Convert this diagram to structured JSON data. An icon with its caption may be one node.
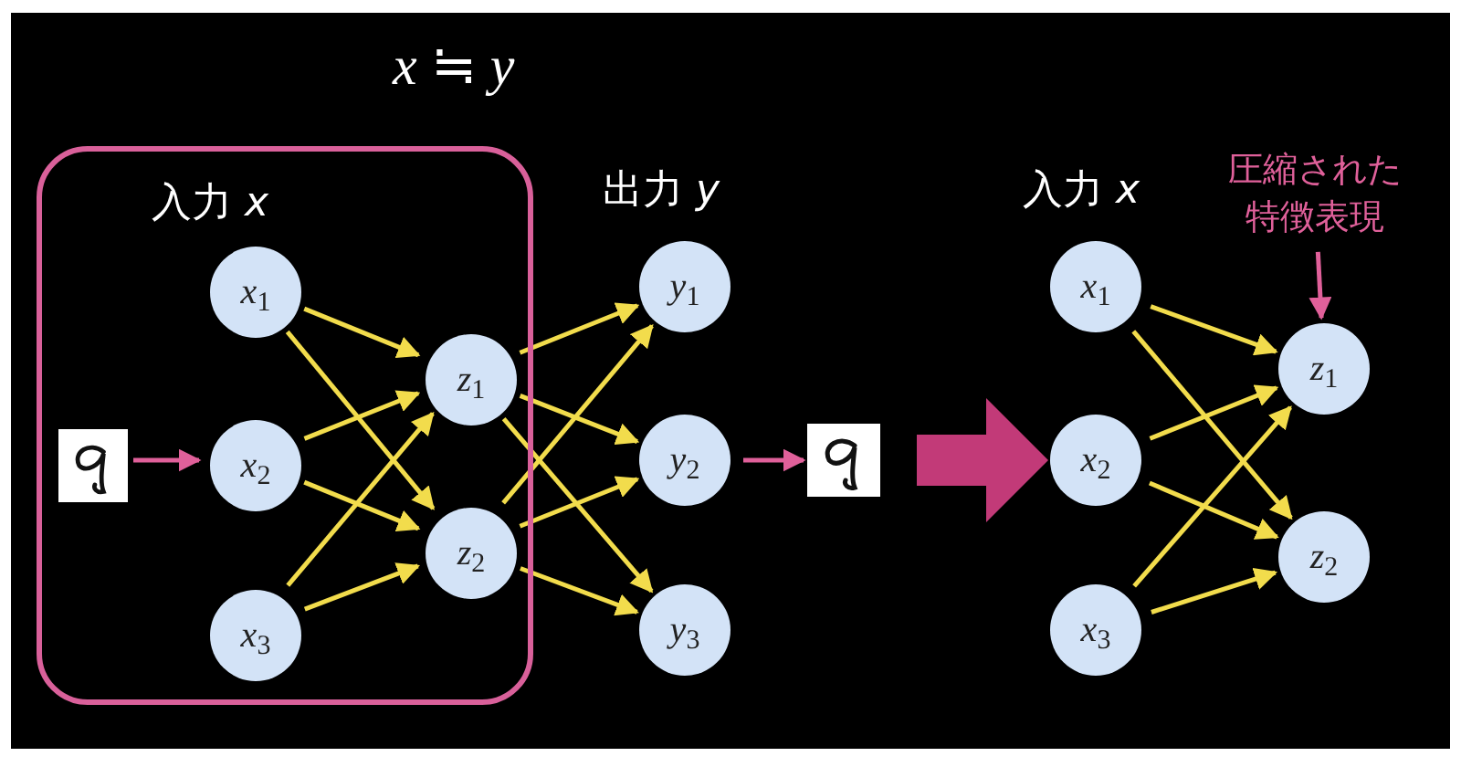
{
  "diagram": {
    "title": "*x* ≒ *y*",
    "nodes": [
      {
        "text": [
          "入力 *x*"
        ]
      },
      {
        "text": [
          "*x*$_{1}$"
        ],
        "in": 0
      },
      {
        "text": [
          "*x*$_{2}$"
        ],
        "in": 0
      },
      {
        "text": [
          "*x*$_{3}$"
        ],
        "in": 0
      },
      {
        "text": [
          "*z*$_{1}$"
        ],
        "in": 0
      },
      {
        "text": [
          "*z*$_{2}$"
        ],
        "in": 0
      },
      {
        "text": [],
        "shape": "picture",
        "in": 0
      },
      {
        "text": [
          "*y*$_{1}$"
        ]
      },
      {
        "text": [
          "*y*$_{2}$"
        ]
      },
      {
        "text": [
          "*y*$_{3}$"
        ]
      },
      {
        "text": [],
        "shape": "picture"
      },
      {
        "text": [
          "*x*$_{1}$"
        ]
      },
      {
        "text": [
          "*x*$_{2}$"
        ]
      },
      {
        "text": [
          "*x*$_{3}$"
        ]
      },
      {
        "text": [
          "*z*$_{1}$"
        ]
      },
      {
        "text": [
          "*z*$_{2}$"
        ]
      },
      {
        "text": [
          "圧縮された特徴表現"
        ]
      }
    ],
    "edges": [
      {
        "from": 6,
        "to": 2,
        "arrow": "to",
        "color": "#e0609a"
      },
      {
        "from": 1,
        "to": 4,
        "arrow": "to"
      },
      {
        "from": 1,
        "to": 5,
        "arrow": "to"
      },
      {
        "from": 2,
        "to": 4,
        "arrow": "to"
      },
      {
        "from": 2,
        "to": 5,
        "arrow": "to"
      },
      {
        "from": 3,
        "to": 4,
        "arrow": "to"
      },
      {
        "from": 3,
        "to": 5,
        "arrow": "to"
      },
      {
        "from": 4,
        "to": 7,
        "arrow": "to"
      },
      {
        "from": 4,
        "to": 8,
        "arrow": "to"
      },
      {
        "from": 4,
        "to": 9,
        "arrow": "to"
      },
      {
        "from": 5,
        "to": 7,
        "arrow": "to"
      },
      {
        "from": 5,
        "to": 8,
        "arrow": "to"
      },
      {
        "from": 5,
        "to": 9,
        "arrow": "to"
      },
      {
        "from": 8,
        "to": 10,
        "arrow": "to",
        "color": "#e0609a"
      },
      {
        "from": 10,
        "to": 12,
        "arrow": "to",
        "style": "thick",
        "color": "#c23a78"
      },
      {
        "from": 11,
        "to": 14,
        "arrow": "to"
      },
      {
        "from": 11,
        "to": 15,
        "arrow": "to"
      },
      {
        "from": 12,
        "to": 14,
        "arrow": "to"
      },
      {
        "from": 12,
        "to": 15,
        "arrow": "to"
      },
      {
        "from": 13,
        "to": 14,
        "arrow": "to"
      },
      {
        "from": 13,
        "to": 15,
        "arrow": "to"
      },
      {
        "from": 16,
        "to": 14,
        "arrow": "to",
        "color": "#e0609a"
      }
    ],
    "labels": [
      "出力 *y*",
      "入力 *x*"
    ]
  }
}
